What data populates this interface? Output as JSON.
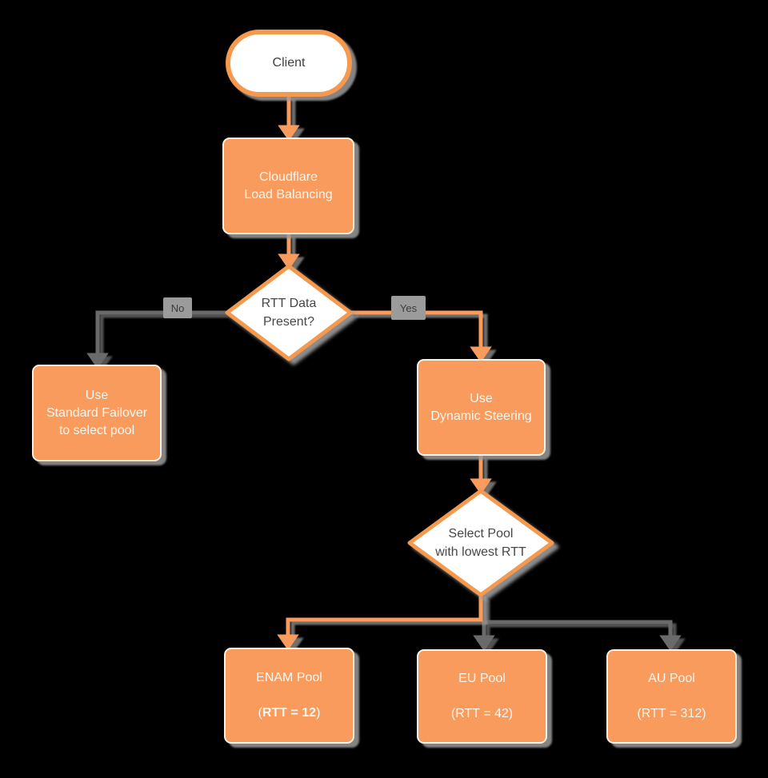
{
  "title": "Cloudflare Load Balancing RTT flowchart",
  "colors": {
    "background": "#000000",
    "node_orange": "#F89B5D",
    "node_border_white": "#F8F1E7",
    "outline_orange": "#F5994F",
    "connector_orange": "#F89B5D",
    "connector_gray": "#6A6A6A",
    "edge_label_bg": "#9B9B9B",
    "text_dark": "#474747",
    "text_white": "#FCF7F0"
  },
  "nodes": {
    "client": {
      "label": "Client"
    },
    "load_balancer": {
      "label": "Cloudflare\nLoad Balancing"
    },
    "rtt_decision": {
      "label": "RTT Data\nPresent?"
    },
    "standard_failover": {
      "label": "Use\nStandard Failover\nto select pool"
    },
    "dynamic_steering": {
      "label": "Use\nDynamic Steering"
    },
    "select_pool": {
      "label": "Select Pool\nwith lowest RTT"
    },
    "pools": [
      {
        "name": "ENAM Pool",
        "rtt_pre": "(",
        "rtt_bold": "RTT = 12",
        "rtt_post": ")"
      },
      {
        "name": "EU Pool",
        "rtt_pre": "(RTT = 42)",
        "rtt_bold": "",
        "rtt_post": ""
      },
      {
        "name": "AU Pool",
        "rtt_pre": "(RTT = 312)",
        "rtt_bold": "",
        "rtt_post": ""
      }
    ]
  },
  "edges": {
    "no_label": "No",
    "yes_label": "Yes"
  }
}
